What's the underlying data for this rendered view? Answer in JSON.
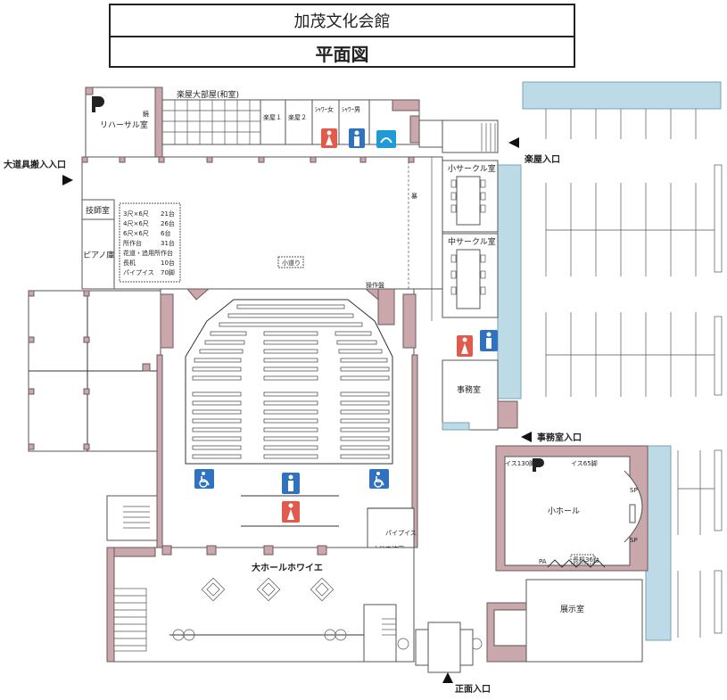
{
  "header": {
    "facility_name": "加茂文化会館",
    "plan_title": "平面図"
  },
  "colors": {
    "wall": "#c9a7ab",
    "water_blue": "#bcdbe7",
    "female_icon": "#e05b4c",
    "male_icon": "#2f73c0",
    "accessible_icon": "#2f73c0"
  },
  "rooms": {
    "rehearsal": "リハーサル室",
    "mirror": "鏡",
    "dressing_big": "楽屋大部屋(和室)",
    "dressing1": "楽屋１",
    "dressing2": "楽屋２",
    "shower_f": "ｼｬﾜｰ女",
    "shower_m": "ｼｬﾜｰ男",
    "small_circle": "小サークル室",
    "mid_circle": "中サークル室",
    "office": "事務室",
    "tech": "技師室",
    "piano": "ピアノ庫",
    "props": "小道り",
    "operation": "操作盤",
    "screen": "暴",
    "organizer": "主催者控室",
    "pipe_chairs": "パイプイス",
    "foyer": "大ホールホワイエ",
    "small_hall": "小ホール",
    "exhibition": "展示室",
    "chairs130": "イス130脚",
    "chairs65": "イス65脚",
    "pa": "PA",
    "tables": "長机36台",
    "sp": "SP"
  },
  "entrances": {
    "equipment": "大道具搬入入口",
    "dressing": "楽屋入口",
    "office": "事務室入口",
    "main": "正面入口"
  },
  "inventory": [
    {
      "item": "3尺×6尺",
      "qty": "21台"
    },
    {
      "item": "4尺×6尺",
      "qty": "26台"
    },
    {
      "item": "6尺×6尺",
      "qty": "6台"
    },
    {
      "item": "所作台",
      "qty": "31台"
    },
    {
      "item": "花道・追用所作台",
      "qty": ""
    },
    {
      "item": "長机",
      "qty": "10台"
    },
    {
      "item": "パイプイス",
      "qty": "70脚"
    }
  ]
}
